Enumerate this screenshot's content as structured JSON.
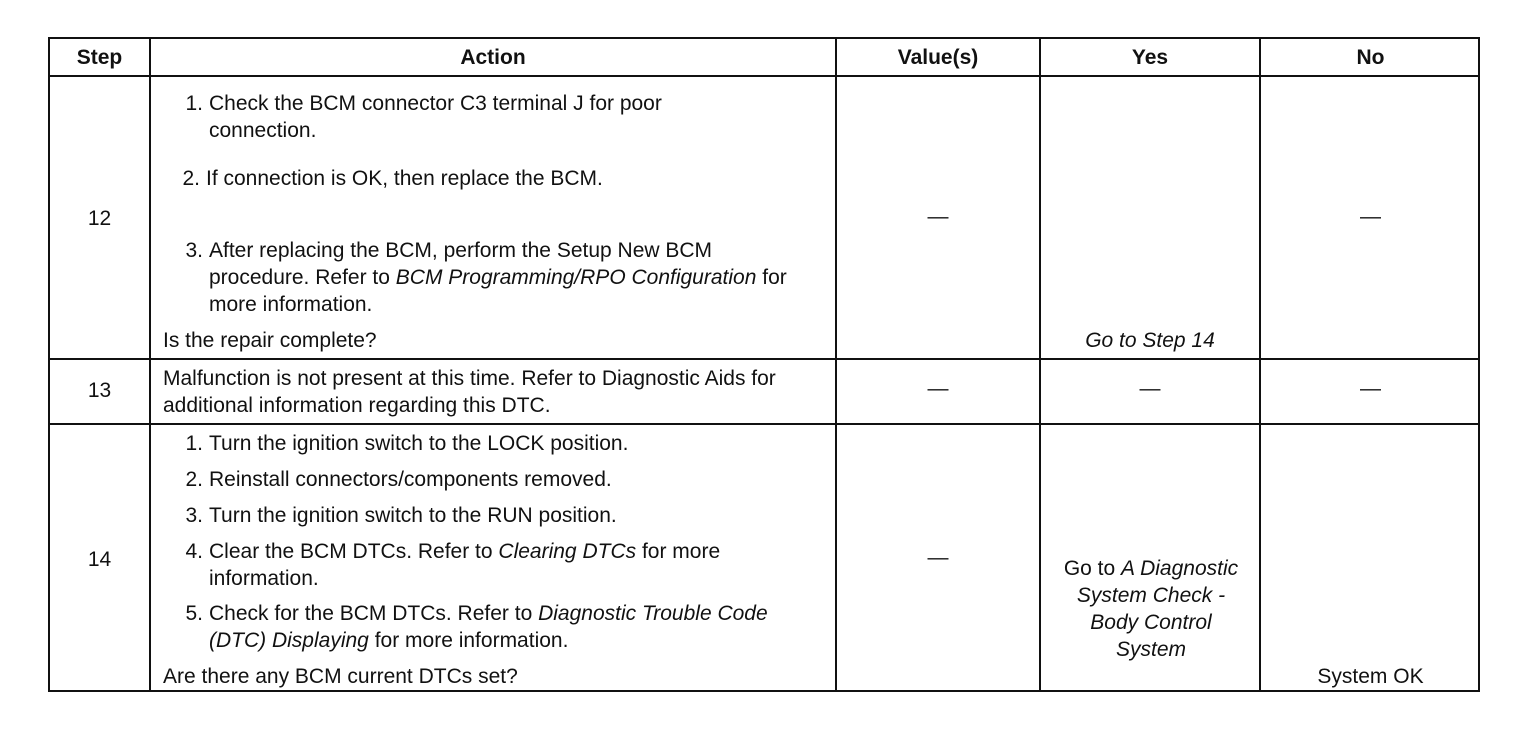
{
  "headers": [
    "Step",
    "Action",
    "Value(s)",
    "Yes",
    "No"
  ],
  "rows": [
    {
      "step": "12",
      "items": [
        {
          "num": "1.",
          "parts": [
            "Check the BCM connector C3 terminal J for poor connection."
          ]
        },
        {
          "num": "2.",
          "parts": [
            "If connection is OK, then replace the BCM."
          ]
        },
        {
          "num": "3.",
          "parts": [
            "After replacing the BCM, perform the Setup New BCM procedure. Refer to ",
            "BCM Programming/RPO Configuration",
            " for more information."
          ]
        }
      ],
      "question": "Is the repair complete?",
      "value": "—",
      "yes": "Go to Step 14",
      "no": "—"
    },
    {
      "step": "13",
      "text": "Malfunction is not present at this time. Refer to Diagnostic Aids for additional information regarding this DTC.",
      "value": "—",
      "yes": "—",
      "no": "—"
    },
    {
      "step": "14",
      "items": [
        {
          "num": "1.",
          "parts": [
            "Turn the ignition switch to the LOCK position."
          ]
        },
        {
          "num": "2.",
          "parts": [
            "Reinstall connectors/components removed."
          ]
        },
        {
          "num": "3.",
          "parts": [
            "Turn the ignition switch to the RUN position."
          ]
        },
        {
          "num": "4.",
          "parts": [
            "Clear the BCM DTCs. Refer to ",
            "Clearing DTCs",
            " for more information."
          ]
        },
        {
          "num": "5.",
          "parts": [
            "Check for the BCM DTCs. Refer to ",
            "Diagnostic Trouble Code (DTC) Displaying",
            " for more information."
          ]
        }
      ],
      "question": "Are there any BCM current DTCs set?",
      "value": "—",
      "yes_parts": [
        "Go to ",
        "A Diagnostic System Check - Body Control System"
      ],
      "no": "System OK"
    }
  ]
}
